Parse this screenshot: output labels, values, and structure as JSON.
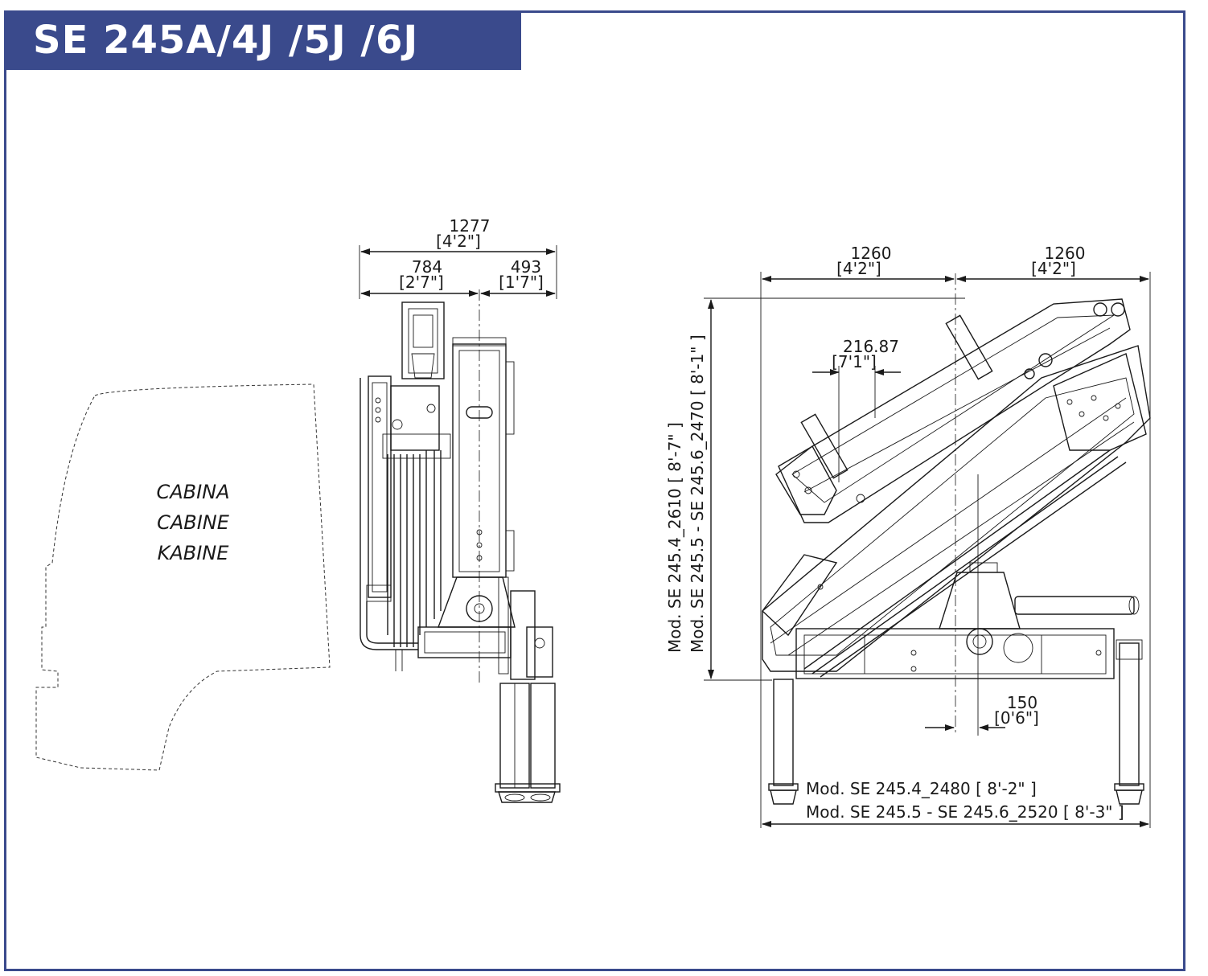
{
  "title": "SE 245A/4J /5J /6J",
  "colors": {
    "frame": "#3a4a8c",
    "title_bg": "#3a4a8c",
    "title_text": "#ffffff",
    "line": "#1a1a1a"
  },
  "cabin": {
    "line1": "CABINA",
    "line2": "CABINE",
    "line3": "KABINE"
  },
  "side_view": {
    "total_width": "1277",
    "total_width_ft": "[4'2\"]",
    "left_part": "784",
    "left_part_ft": "[2'7\"]",
    "right_part": "493",
    "right_part_ft": "[1'7\"]"
  },
  "front_view": {
    "left_half": "1260",
    "left_half_ft": "[4'2\"]",
    "right_half": "1260",
    "right_half_ft": "[4'2\"]",
    "offset": "216.87",
    "offset_ft": "[7'1\"]",
    "center_offset": "150",
    "center_offset_ft": "[0'6\"]",
    "height_label_1": "Mod. SE 245.4_2610 [ 8'-7\" ]",
    "height_label_2": "Mod. SE 245.5 - SE 245.6_2470 [ 8'-1\" ]",
    "width_label_1": "Mod. SE 245.4_2480 [ 8'-2\" ]",
    "width_label_2": "Mod. SE 245.5 - SE 245.6_2520 [ 8'-3\" ]"
  }
}
